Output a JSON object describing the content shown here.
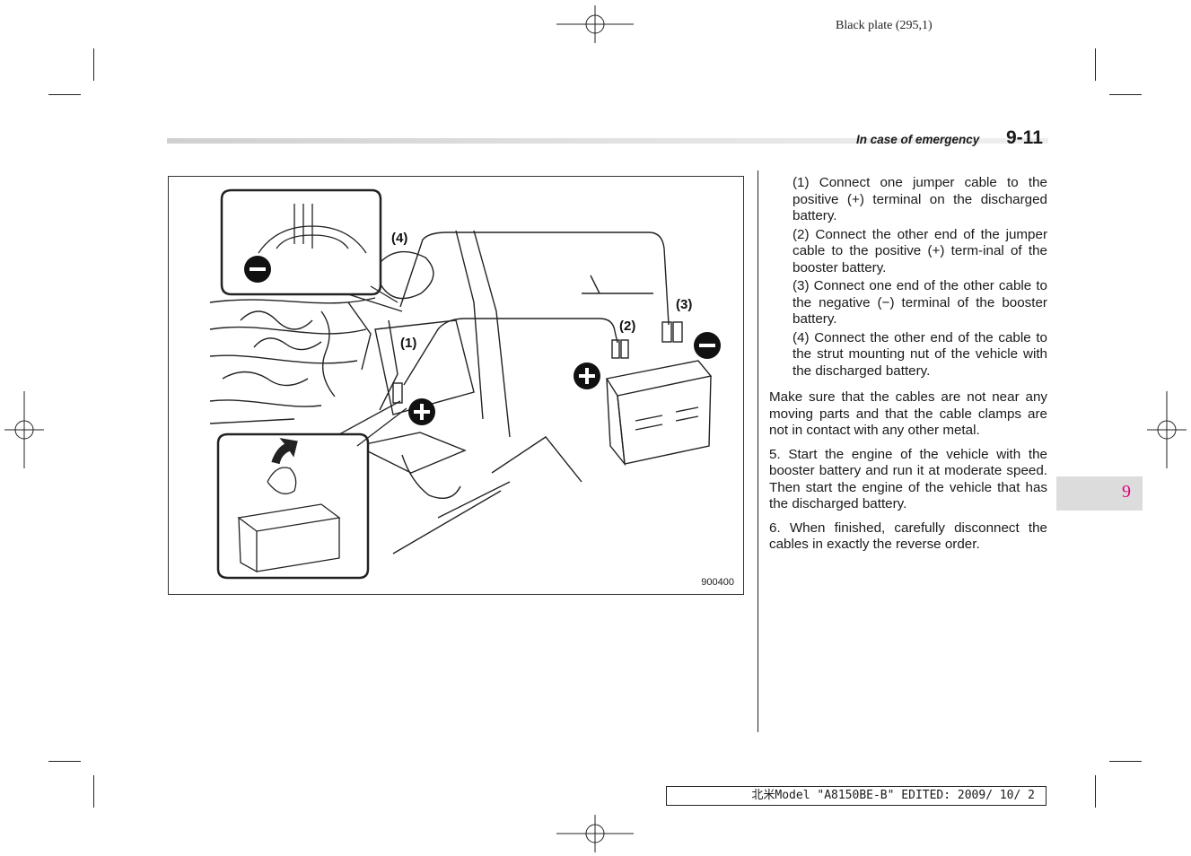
{
  "plate_info": "Black plate (295,1)",
  "header": {
    "section": "In case of emergency",
    "page_number": "9-11"
  },
  "figure": {
    "code": "900400",
    "labels": {
      "l1": "(1)",
      "l2": "(2)",
      "l3": "(3)",
      "l4": "(4)"
    }
  },
  "steps": [
    "(1) Connect one jumper cable to the positive (+) terminal on the discharged battery.",
    "(2) Connect the other end of the jumper cable to the positive (+) term-inal of the booster battery.",
    "(3) Connect one end of the other cable to the negative (−) terminal of the booster battery.",
    "(4) Connect the other end of the cable to the strut mounting nut of the vehicle with the discharged battery."
  ],
  "paragraphs": [
    "Make sure that the cables are not near any moving parts and that the cable clamps are not in contact with any other metal.",
    "5.  Start the engine of the vehicle with the booster battery and run it at moderate speed. Then start the engine of the vehicle that has the discharged battery.",
    "6.  When finished, carefully disconnect the cables in exactly the reverse order."
  ],
  "chapter_tab": "9",
  "footer": "北米Model \"A8150BE-B\" EDITED: 2009/ 10/ 2",
  "colors": {
    "tab_number": "#e1007a",
    "tab_background": "#dcdcdc"
  }
}
